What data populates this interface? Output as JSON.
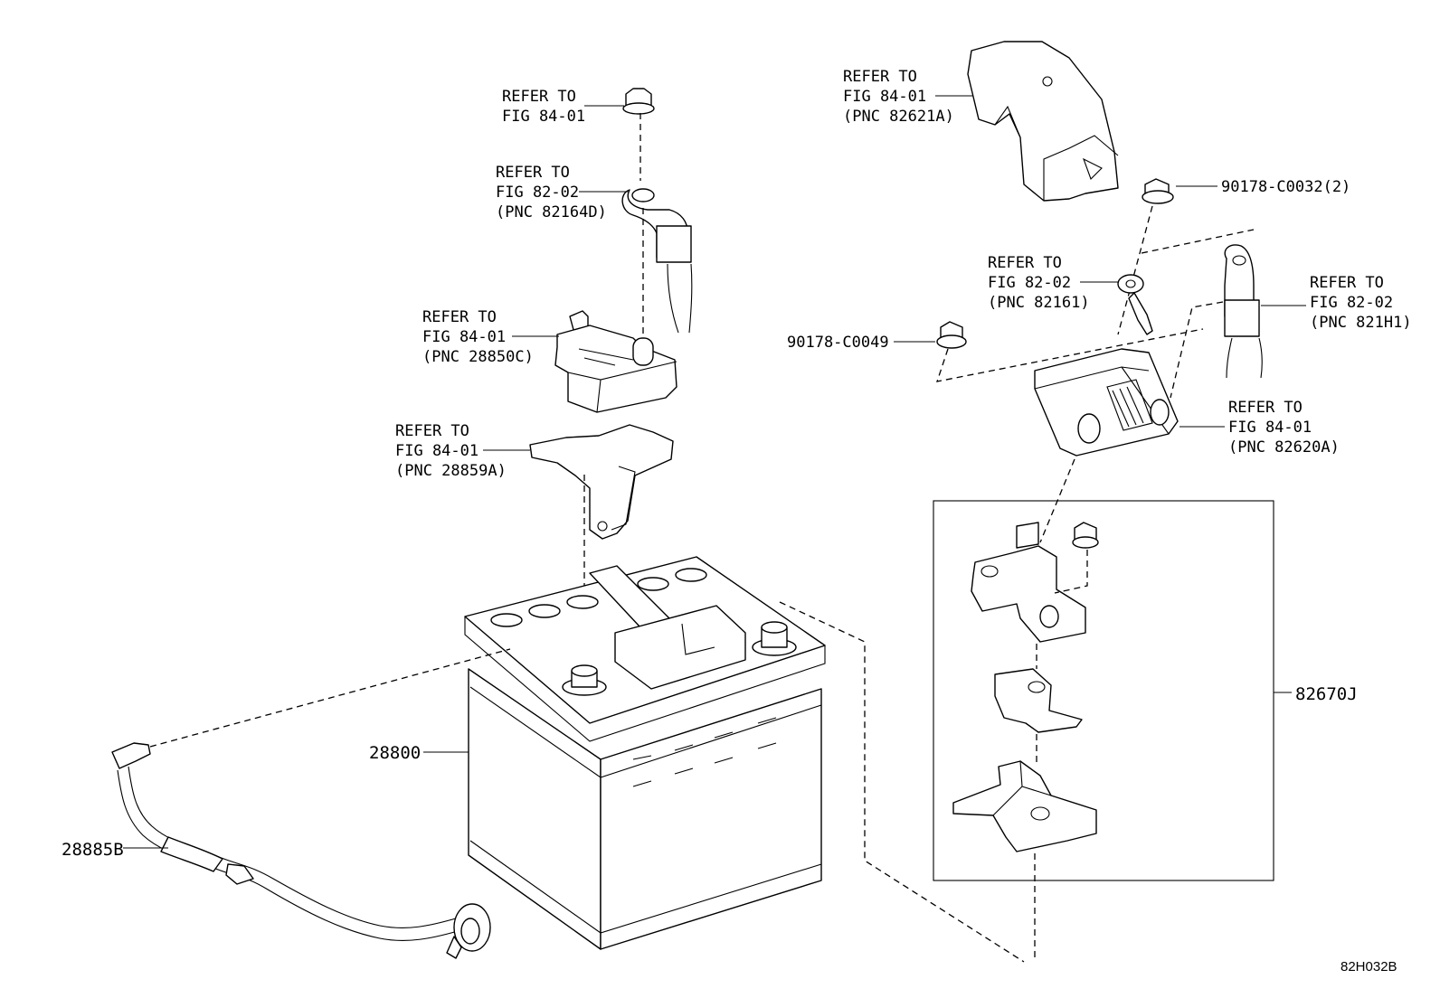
{
  "diagram": {
    "code": "82H032B",
    "labels": {
      "bolt_ref": [
        "REFER TO",
        "FIG 84-01"
      ],
      "cable_ref": [
        "REFER TO",
        "FIG 82-02",
        "(PNC 82164D)"
      ],
      "sensor_ref": [
        "REFER TO",
        "FIG 84-01",
        "(PNC 28850C)"
      ],
      "bracket_ref": [
        "REFER TO",
        "FIG 84-01",
        "(PNC 28859A)"
      ],
      "cover_ref": [
        "REFER TO",
        "FIG 84-01",
        "(PNC 82621A)"
      ],
      "wire_ref": [
        "REFER TO",
        "FIG 82-02",
        "(PNC 82161)"
      ],
      "cable2_ref": [
        "REFER TO",
        "FIG 82-02",
        "(PNC 821H1)"
      ],
      "fusebox_ref": [
        "REFER TO",
        "FIG 84-01",
        "(PNC 82620A)"
      ]
    },
    "part_numbers": {
      "clip_top": "90178-C0032(2)",
      "clip_left": "90178-C0049",
      "battery": "28800",
      "vent_hose": "28885B",
      "terminal_kit": "82670J"
    }
  }
}
